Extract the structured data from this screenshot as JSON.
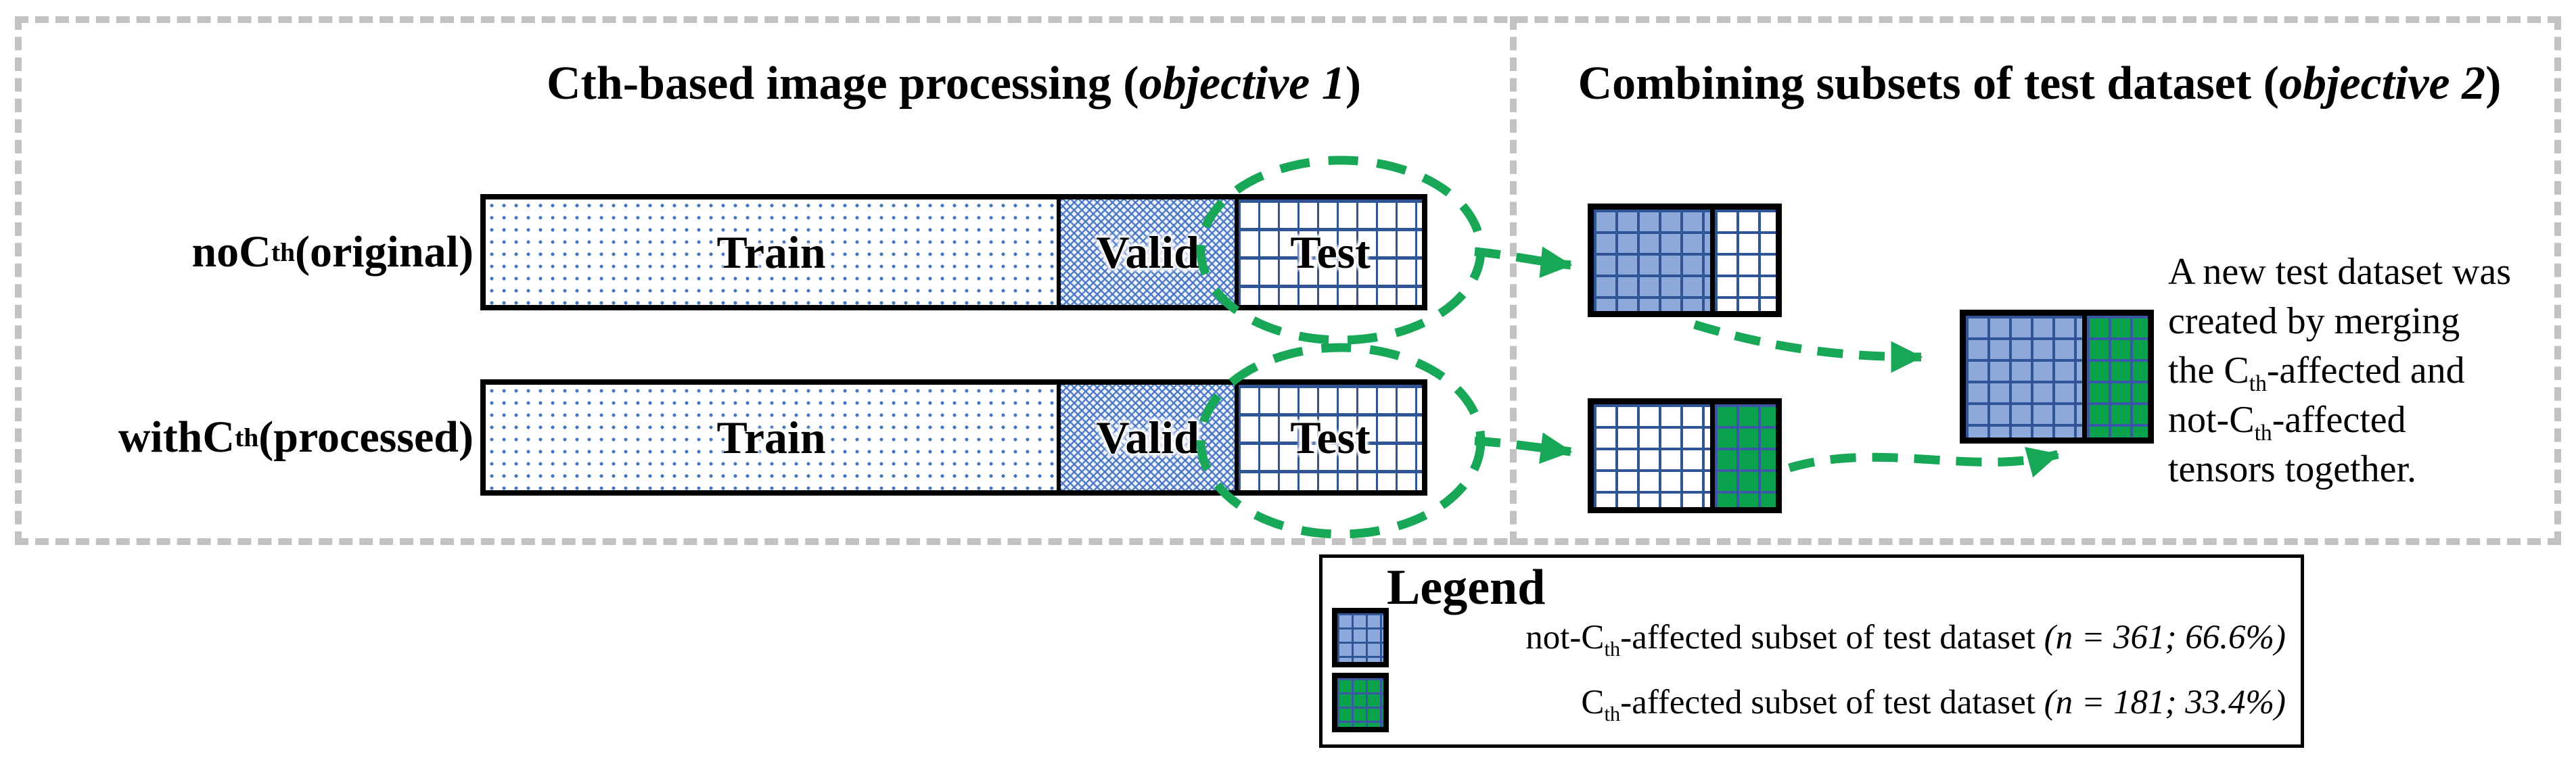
{
  "colors": {
    "accent_green": "#17a757",
    "subset_blue_fill": "#8ea9db",
    "subset_green_fill": "#0ba24d",
    "grid_line_blue": "#2f5597",
    "pattern_blue": "#4472c4",
    "frame_dash_gray": "#c2c2c2"
  },
  "left_panel": {
    "title": {
      "pre": "Cth-based image processing (",
      "italic": "objective 1",
      "post": ")"
    },
    "rows": [
      {
        "label": {
          "pre": "noC",
          "sub": "th",
          "post": " (original)"
        },
        "bar": {
          "train": "Train",
          "valid": "Valid",
          "test": "Test"
        }
      },
      {
        "label": {
          "pre": "withC",
          "sub": "th",
          "post": " (processed)"
        },
        "bar": {
          "train": "Train",
          "valid": "Valid",
          "test": "Test"
        }
      }
    ]
  },
  "right_panel": {
    "title": {
      "pre": "Combining subsets of test dataset (",
      "italic": "objective 2",
      "post": ")"
    },
    "note": {
      "lines": [
        {
          "pre": "A new test dataset was"
        },
        {
          "pre": "created by merging"
        },
        {
          "pre": "the C",
          "sub": "th",
          "post": "-affected and"
        },
        {
          "pre": "not-C",
          "sub": "th",
          "post": "-affected"
        },
        {
          "pre": "tensors together."
        }
      ]
    }
  },
  "legend": {
    "title": "Legend",
    "items": [
      {
        "pre": "not-C",
        "sub": "th",
        "post": "-affected subset of test dataset ",
        "stat": "(n = 361; 66.6%)"
      },
      {
        "pre": "C",
        "sub": "th",
        "post": "-affected subset of test dataset ",
        "stat": "(n = 181; 33.4%)"
      }
    ]
  }
}
